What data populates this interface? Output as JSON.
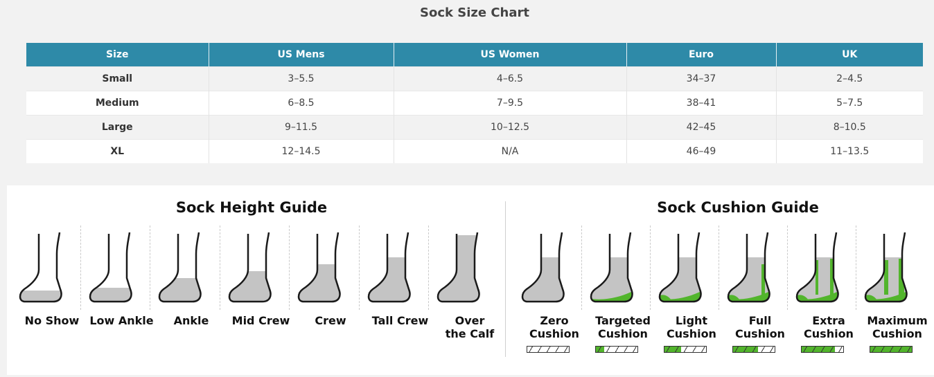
{
  "title": "Sock Size Chart",
  "table": {
    "headers": [
      "Size",
      "US Mens",
      "US Women",
      "Euro",
      "UK"
    ],
    "rows": [
      [
        "Small",
        "3–5.5",
        "4–6.5",
        "34–37",
        "2–4.5"
      ],
      [
        "Medium",
        "6–8.5",
        "7–9.5",
        "38–41",
        "5–7.5"
      ],
      [
        "Large",
        "9–11.5",
        "10–12.5",
        "42–45",
        "8–10.5"
      ],
      [
        "XL",
        "12–14.5",
        "N/A",
        "46–49",
        "11–13.5"
      ]
    ]
  },
  "height_guide": {
    "title": "Sock Height Guide",
    "items": [
      {
        "label": "No Show",
        "icon": "no-show-sock-icon",
        "cuff": 0
      },
      {
        "label": "Low Ankle",
        "icon": "low-ankle-sock-icon",
        "cuff": 1
      },
      {
        "label": "Ankle",
        "icon": "ankle-sock-icon",
        "cuff": 2
      },
      {
        "label": "Mid Crew",
        "icon": "mid-crew-sock-icon",
        "cuff": 3
      },
      {
        "label": "Crew",
        "icon": "crew-sock-icon",
        "cuff": 4
      },
      {
        "label": "Tall Crew",
        "icon": "tall-crew-sock-icon",
        "cuff": 5
      },
      {
        "label": "Over\nthe Calf",
        "icon": "over-the-calf-sock-icon",
        "cuff": 6
      }
    ]
  },
  "cushion_guide": {
    "title": "Sock Cushion Guide",
    "items": [
      {
        "label": "Zero\nCushion",
        "icon": "zero-cushion-sock-icon",
        "level": 0,
        "max": 5
      },
      {
        "label": "Targeted\nCushion",
        "icon": "targeted-cushion-sock-icon",
        "level": 1,
        "max": 5
      },
      {
        "label": "Light\nCushion",
        "icon": "light-cushion-sock-icon",
        "level": 2,
        "max": 5
      },
      {
        "label": "Full\nCushion",
        "icon": "full-cushion-sock-icon",
        "level": 3,
        "max": 5
      },
      {
        "label": "Extra\nCushion",
        "icon": "extra-cushion-sock-icon",
        "level": 4,
        "max": 5
      },
      {
        "label": "Maximum\nCushion",
        "icon": "maximum-cushion-sock-icon",
        "level": 5,
        "max": 5
      }
    ]
  },
  "colors": {
    "header": "#2e8aa8",
    "sock_gray": "#c4c4c4",
    "cushion_green": "#52b52c"
  }
}
